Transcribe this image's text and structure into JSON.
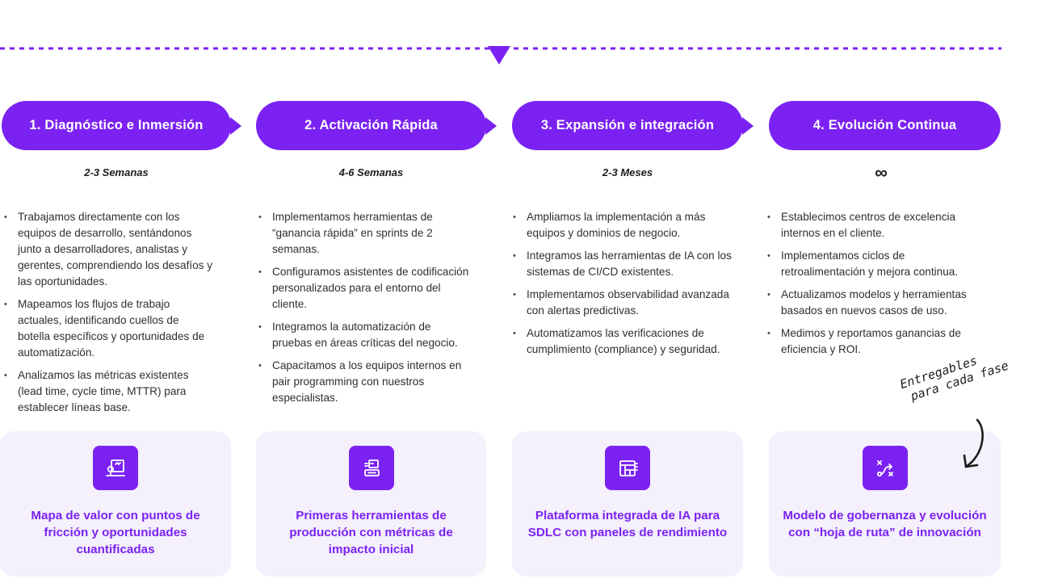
{
  "colors": {
    "accent": "#7b22f2",
    "card_bg": "#f4f0fc",
    "text": "#2f2f2f"
  },
  "phases": [
    {
      "title": "1. Diagnóstico e Inmersión",
      "duration": "2-3  Semanas",
      "bullets": [
        "Trabajamos directamente con los equipos de desarrollo, sentándonos junto a desarrolladores, analistas y gerentes, comprendiendo los desafíos y las oportunidades.",
        "Mapeamos los flujos de trabajo actuales, identificando cuellos de botella específicos y oportunidades de automatización.",
        "Analizamos las métricas existentes (lead time, cycle time, MTTR) para establecer líneas base."
      ],
      "deliverable_icon": "map-pin-icon",
      "deliverable": "Mapa de valor con puntos de fricción y oportunidades cuantificadas"
    },
    {
      "title": "2. Activación Rápida",
      "duration": "4-6  Semanas",
      "bullets": [
        "Implementamos herramientas de “ganancia rápida” en sprints de 2 semanas.",
        "Configuramos asistentes de codificación personalizados para el entorno del cliente.",
        "Integramos la automatización de pruebas en áreas críticas del negocio.",
        "Capacitamos a los equipos internos en pair programming con nuestros especialistas."
      ],
      "deliverable_icon": "toolbox-icon",
      "deliverable": "Primeras herramientas de producción con métricas de impacto inicial"
    },
    {
      "title": "3. Expansión e integración",
      "duration": "2-3  Meses",
      "bullets": [
        "Ampliamos la implementación a más equipos y dominios de negocio.",
        "Integramos las herramientas de IA con los sistemas de CI/CD existentes.",
        "Implementamos observabilidad avanzada con alertas predictivas.",
        "Automatizamos las verificaciones de cumplimiento (compliance) y seguridad."
      ],
      "deliverable_icon": "dashboard-icon",
      "deliverable": "Plataforma integrada de IA para SDLC con paneles de rendimiento"
    },
    {
      "title": "4. Evolución Continua",
      "duration": "∞",
      "bullets": [
        "Establecimos centros de excelencia internos en el cliente.",
        "Implementamos ciclos de retroalimentación y mejora continua.",
        "Actualizamos modelos y herramientas basados en nuevos casos de uso.",
        "Medimos y reportamos ganancias de eficiencia y ROI."
      ],
      "deliverable_icon": "route-icon",
      "deliverable": "Modelo de gobernanza y evolución con “hoja de ruta” de innovación"
    }
  ],
  "handnote": {
    "line1": "Entregables",
    "line2": "para cada fase"
  }
}
